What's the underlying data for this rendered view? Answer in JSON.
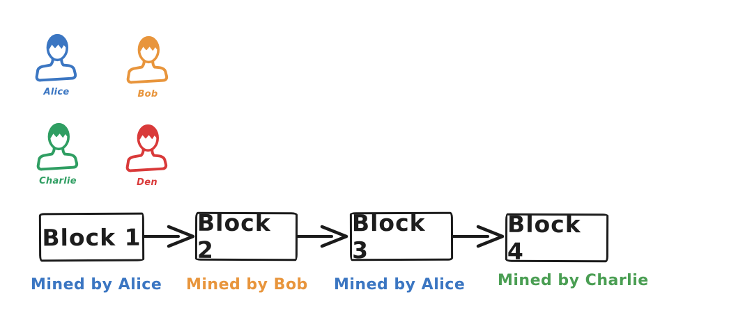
{
  "diagram": {
    "type": "blockchain-mining-diagram",
    "background": "#ffffff",
    "stroke_color": "#1b1b1b"
  },
  "people": [
    {
      "name": "Alice",
      "color": "#3b76c2",
      "icon": "person-icon"
    },
    {
      "name": "Bob",
      "color": "#e8953c",
      "icon": "person-icon"
    },
    {
      "name": "Charlie",
      "color": "#2f9e62",
      "icon": "person-icon"
    },
    {
      "name": "Den",
      "color": "#d93a3a",
      "icon": "person-icon"
    }
  ],
  "blocks": [
    {
      "label": "Block 1",
      "mined_by": "Mined by Alice",
      "mined_color": "#3b76c2"
    },
    {
      "label": "Block 2",
      "mined_by": "Mined by Bob",
      "mined_color": "#e8953c"
    },
    {
      "label": "Block 3",
      "mined_by": "Mined by Alice",
      "mined_color": "#3b76c2"
    },
    {
      "label": "Block 4",
      "mined_by": "Mined by Charlie",
      "mined_color": "#4a9e53"
    }
  ],
  "connectors": [
    {
      "from": "Block 1",
      "to": "Block 2",
      "icon": "arrow-right-icon"
    },
    {
      "from": "Block 2",
      "to": "Block 3",
      "icon": "arrow-right-icon"
    },
    {
      "from": "Block 3",
      "to": "Block 4",
      "icon": "arrow-right-icon"
    }
  ]
}
